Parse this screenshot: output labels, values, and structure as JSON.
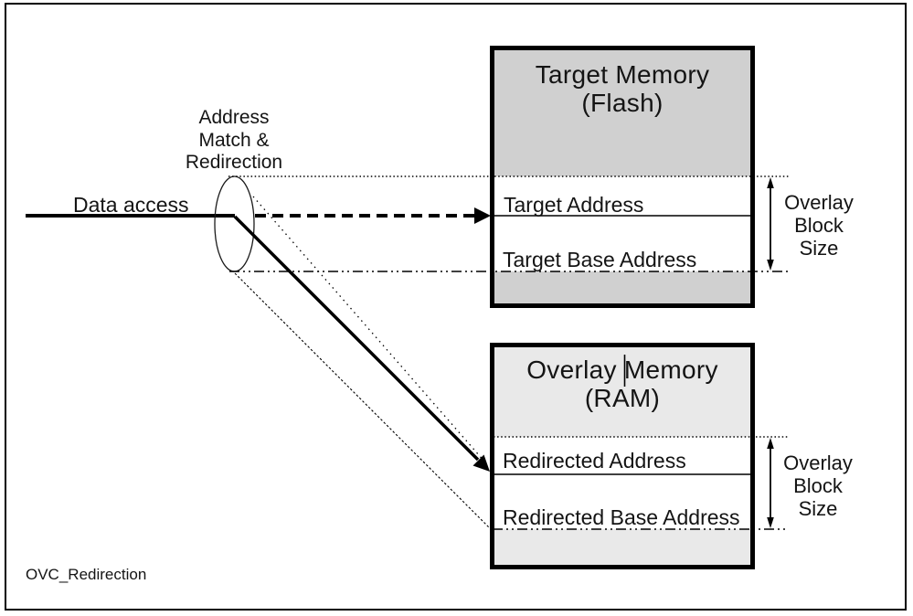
{
  "figure": {
    "caption": "OVC_Redirection",
    "data_access": {
      "label": "Data access"
    },
    "address_match": {
      "line1": "Address",
      "line2": "Match &",
      "line3": "Redirection"
    },
    "target_memory": {
      "title": "Target Memory",
      "subtitle": "(Flash)",
      "upper_region_label": "Target Address",
      "lower_region_label": "Target Base Address"
    },
    "overlay_memory": {
      "title": "Overlay Memory",
      "subtitle": "(RAM)",
      "upper_region_label": "Redirected Address",
      "lower_region_label": "Redirected Base Address"
    },
    "block_size": {
      "line1": "Overlay",
      "line2": "Block",
      "line3": "Size"
    },
    "colors": {
      "target_fill": "#d0d0d0",
      "overlay_fill": "#e9e9e9",
      "stroke": "#000000",
      "text": "#141414",
      "background": "#ffffff"
    }
  }
}
